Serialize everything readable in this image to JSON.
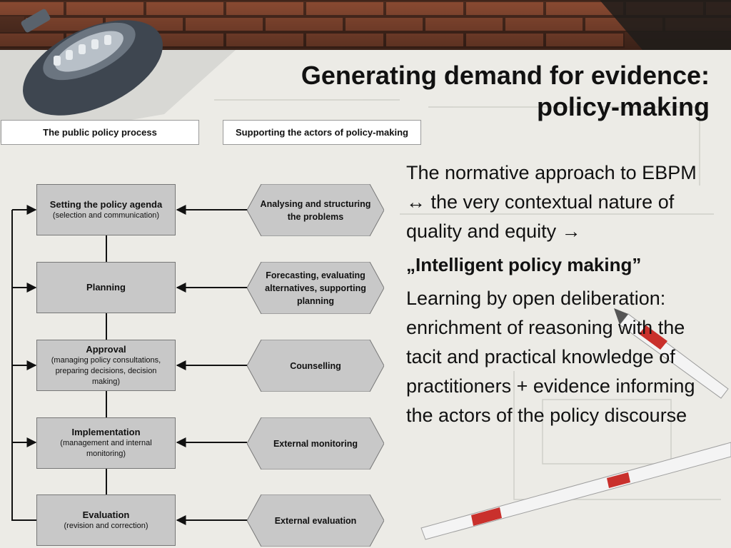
{
  "slide": {
    "title_line1": "Generating demand for evidence:",
    "title_line2": "policy-making"
  },
  "headers": {
    "left": "The public policy process",
    "right": "Supporting the actors of policy-making"
  },
  "process_steps": [
    {
      "name": "Setting the policy agenda",
      "sub": "(selection and communication)"
    },
    {
      "name": "Planning",
      "sub": ""
    },
    {
      "name": "Approval",
      "sub": "(managing policy consultations, preparing decisions, decision making)"
    },
    {
      "name": "Implementation",
      "sub": "(management and internal monitoring)"
    },
    {
      "name": "Evaluation",
      "sub": "(revision and correction)"
    }
  ],
  "support_actions": [
    {
      "label": "Analysing and structuring the problems"
    },
    {
      "label": "Forecasting, evaluating alternatives, supporting planning"
    },
    {
      "label": "Counselling"
    },
    {
      "label": "External monitoring"
    },
    {
      "label": "External evaluation"
    }
  ],
  "body_text": {
    "para1": "The normative approach to EBPM  ↔ the very contextual nature of quality and equity →",
    "emphasis": "„Intelligent policy making”",
    "para2": "Learning by open deliberation: enrichment of reasoning with the tacit and practical knowledge of practitioners + evidence informing the actors of the policy discourse"
  },
  "colors": {
    "box_fill": "#c8c8c8",
    "box_border": "#777777",
    "arrow": "#111111",
    "slide_bg": "#ecebe6",
    "brick": "#8a4a32"
  }
}
